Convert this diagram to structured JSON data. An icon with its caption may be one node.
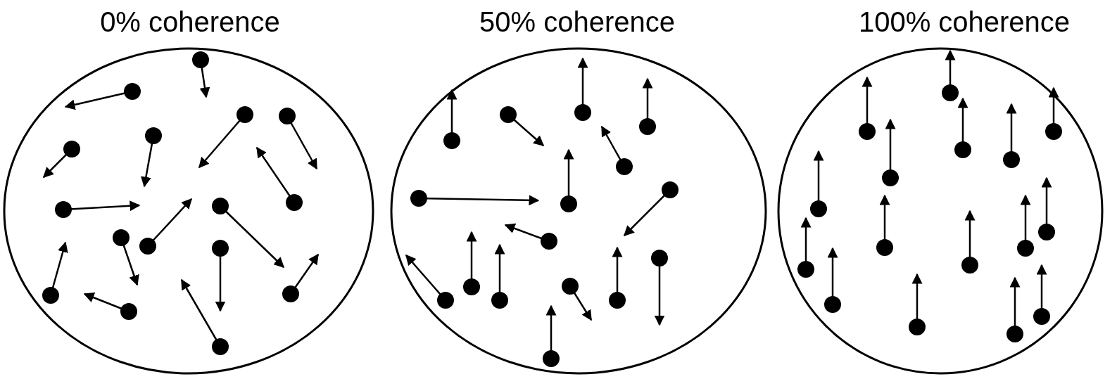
{
  "diagram": {
    "nodes": [
      {
        "text": [
          "0% coherence"
        ]
      },
      {
        "text": [
          "50% coherence"
        ]
      },
      {
        "text": [
          "100% coherence"
        ]
      }
    ]
  }
}
